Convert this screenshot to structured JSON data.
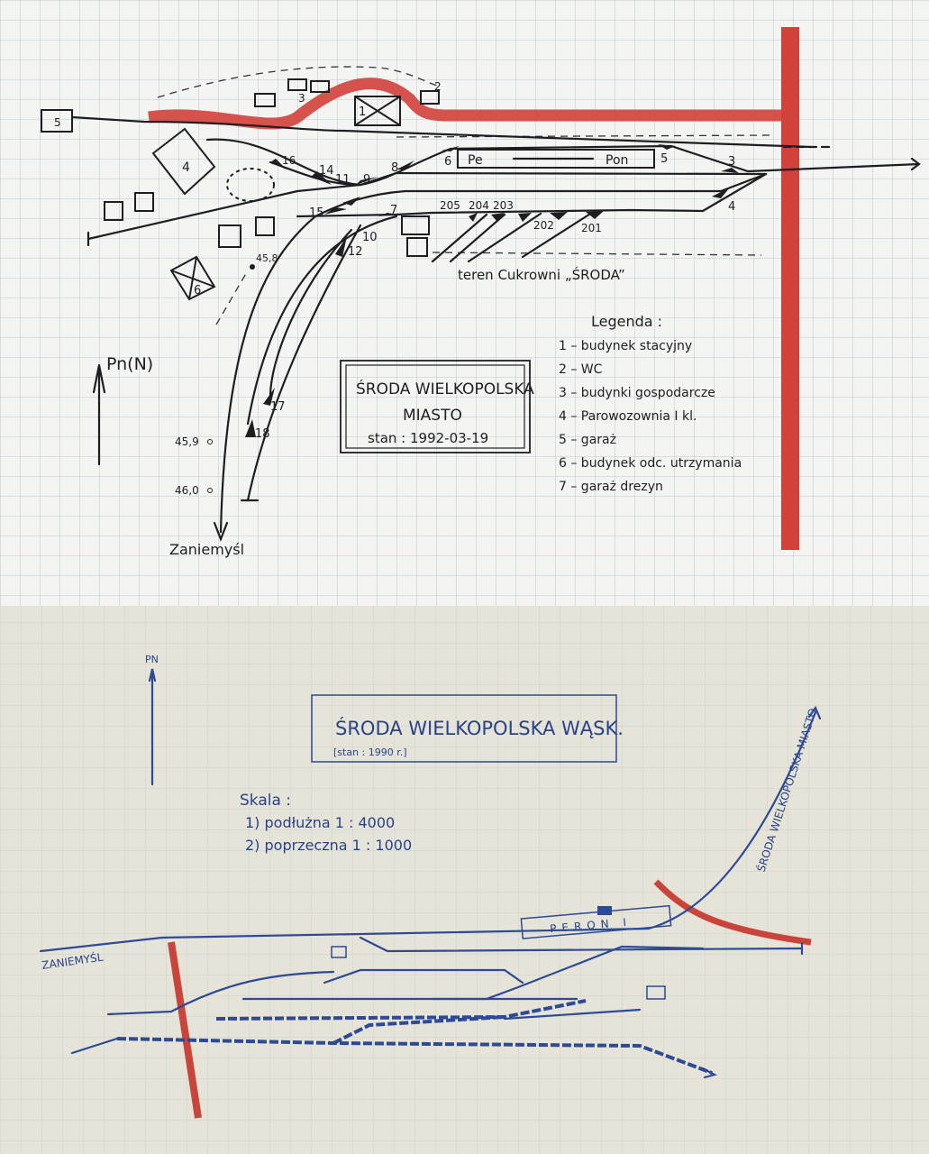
{
  "top_sheet": {
    "title": "ŚRODA WIELKOPOLSKA",
    "subtitle": "MIASTO",
    "state_date": "stan : 1992-03-19",
    "north_label": "Pn(N)",
    "destination": "Zaniemyśl",
    "km_marks": [
      "45,8",
      "45,9",
      "46,0"
    ],
    "platform_labels": [
      "Pe",
      "Pon"
    ],
    "factory_label": "teren Cukrowni „ŚRODA”",
    "switch_numbers": [
      "2",
      "3",
      "4",
      "5",
      "6",
      "7",
      "8",
      "9",
      "10",
      "11",
      "12",
      "14",
      "15",
      "16",
      "17",
      "18",
      "201",
      "202",
      "203",
      "204",
      "205"
    ],
    "building_numbers": [
      "1",
      "2",
      "3",
      "4",
      "5",
      "6",
      "7"
    ],
    "legend": {
      "title": "Legenda :",
      "items": [
        "1 – budynek stacyjny",
        "2 – WC",
        "3 – budynki gospodarcze",
        "4 – Parowozownia I kl.",
        "5 – garaż",
        "6 – budynek odc. utrzymania",
        "7 – garaż drezyn"
      ]
    },
    "colors": {
      "paper": "#f4f5f3",
      "grid": "#b9c8cf",
      "ink": "#1e1e22",
      "red_line": "#d2413a"
    }
  },
  "bottom_sheet": {
    "title": "ŚRODA WIELKOPOLSKA WĄSK.",
    "state_date": "[stan : 1990 r.]",
    "north_label": "PN",
    "scale": {
      "title": "Skala :",
      "items": [
        "1) podłużna 1 : 4000",
        "2) poprzeczna 1 : 1000"
      ]
    },
    "left_destination": "ZANIEMYŚL",
    "right_destination": "ŚRODA WIELKOPOLSKA MIASTO",
    "platform_label": "PERON I",
    "colors": {
      "paper": "#e6e4d8",
      "grid": "#c9ccc4",
      "ink": "#2c4a95",
      "red_line": "#c9443a"
    }
  }
}
